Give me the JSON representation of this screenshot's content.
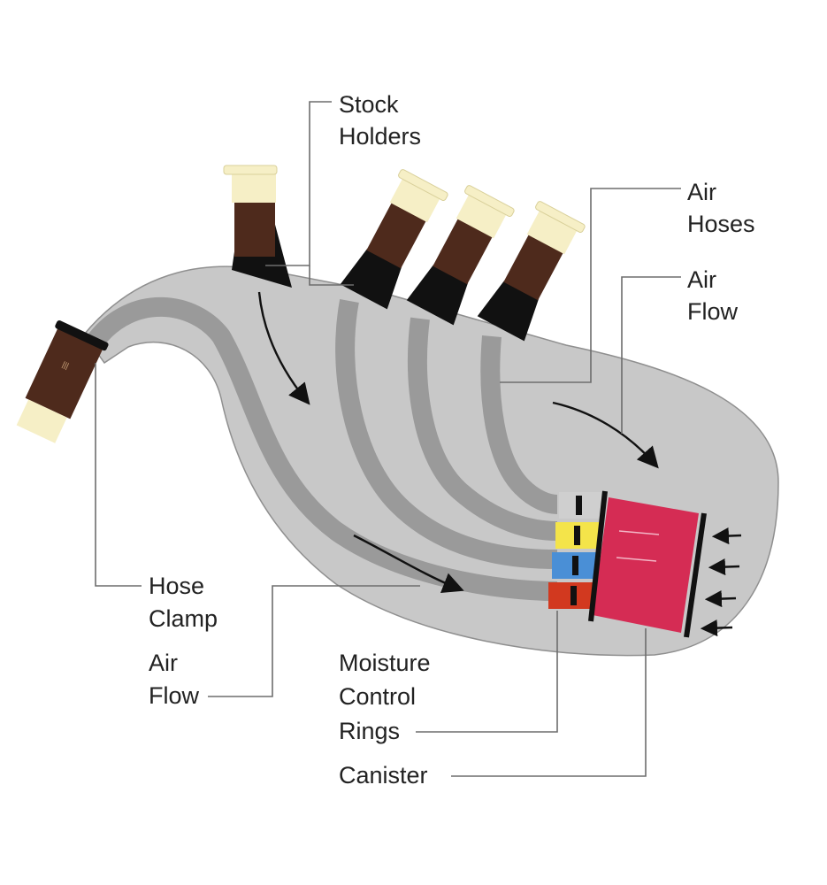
{
  "labels": {
    "stock_holders": [
      "Stock",
      "Holders"
    ],
    "air_hoses": [
      "Air",
      "Hoses"
    ],
    "air_flow_right": [
      "Air",
      "Flow"
    ],
    "hose_clamp": [
      "Hose",
      "Clamp"
    ],
    "air_flow_left": [
      "Air",
      "Flow"
    ],
    "moisture_control_rings": [
      "Moisture",
      "Control",
      "Rings"
    ],
    "canister": [
      "Canister"
    ]
  },
  "colors": {
    "bag": "#c8c8c8",
    "bag_outline": "#8f8f8f",
    "hose": "#9a9a9a",
    "stock_wood": "#4e2a1c",
    "stock_black": "#111111",
    "stock_ivory": "#f6efc6",
    "canister": "#d52c54",
    "ring_grey": "#cfcfcf",
    "ring_yellow": "#f4e44a",
    "ring_blue": "#4a8fd6",
    "ring_red": "#d2391f",
    "leader_line": "#6d6d6d"
  }
}
